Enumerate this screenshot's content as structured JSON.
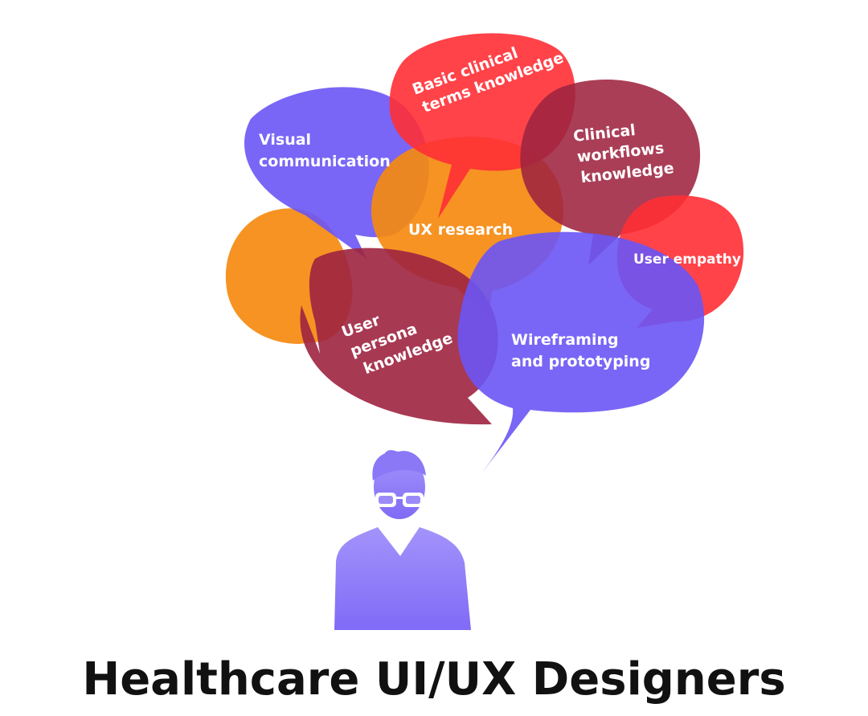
{
  "title": "Healthcare UI/UX Designers",
  "colors": {
    "purple": "#6a55f5",
    "red": "#ff2f35",
    "orange": "#f58a10",
    "maroon": "#9e2340",
    "person": "#8f7ef8"
  },
  "icons": {
    "designer": "person-with-glasses-icon"
  },
  "bubbles": [
    {
      "id": "visual-communication",
      "lines": [
        "Visual",
        "communication"
      ]
    },
    {
      "id": "basic-clinical-terms",
      "lines": [
        "Basic clinical",
        "terms knowledge"
      ]
    },
    {
      "id": "clinical-workflows",
      "lines": [
        "Clinical",
        "workflows",
        "knowledge"
      ]
    },
    {
      "id": "ux-research",
      "lines": [
        "UX research"
      ]
    },
    {
      "id": "user-empathy",
      "lines": [
        "User empathy"
      ]
    },
    {
      "id": "user-persona",
      "lines": [
        "User",
        "persona",
        "knowledge"
      ]
    },
    {
      "id": "wireframing",
      "lines": [
        "Wireframing",
        "and prototyping"
      ]
    }
  ]
}
